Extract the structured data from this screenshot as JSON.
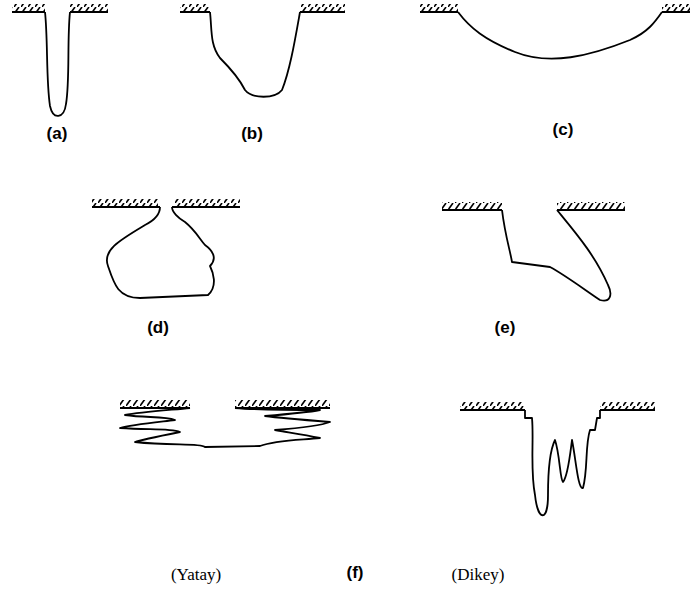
{
  "diagram": {
    "labels": [
      "(a)",
      "(b)",
      "(c)",
      "(d)",
      "(e)",
      "(Yatay)",
      "(f)",
      "(Dikey)"
    ]
  }
}
